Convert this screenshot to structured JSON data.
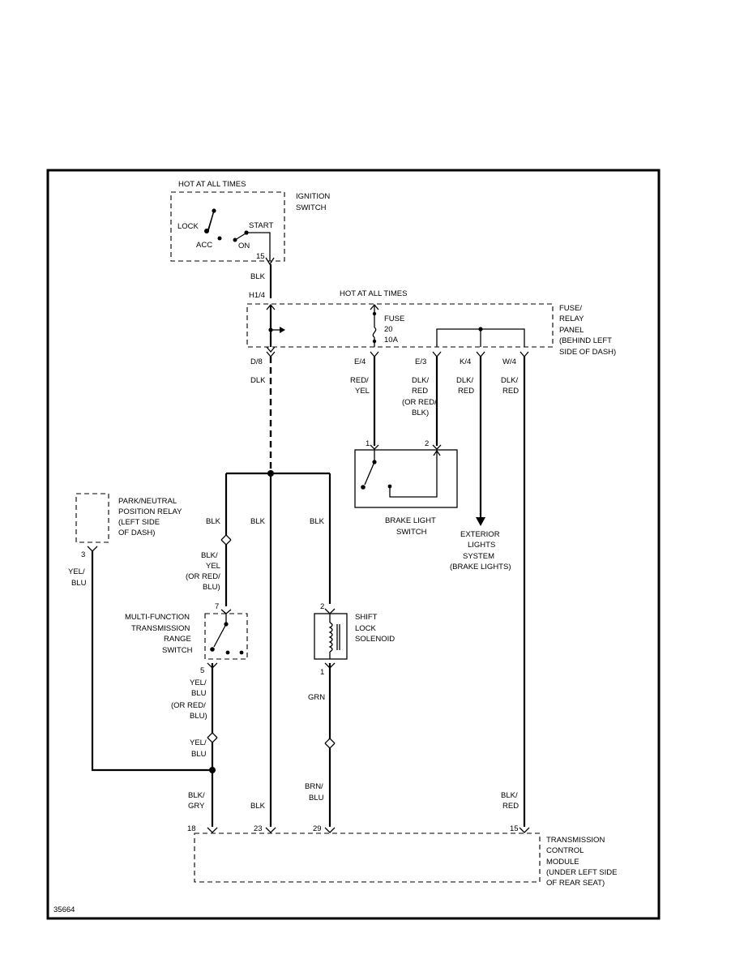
{
  "diagram_id": "35664",
  "ignition": {
    "hot_label": "HOT AT ALL TIMES",
    "name": [
      "IGNITION",
      "SWITCH"
    ],
    "lock": "LOCK",
    "acc": "ACC",
    "start": "START",
    "on": "ON",
    "pin": "15"
  },
  "wire_top": {
    "color": "BLK",
    "conn": "H1/4"
  },
  "fuse_panel": {
    "hot_label": "HOT AT ALL TIMES",
    "fuse": [
      "FUSE",
      "20",
      "10A"
    ],
    "name": [
      "FUSE/",
      "RELAY",
      "PANEL",
      "(BEHIND LEFT",
      "SIDE OF DASH)"
    ],
    "connectors": [
      "D/8",
      "E/4",
      "E/3",
      "K/4",
      "W/4"
    ]
  },
  "wires": {
    "d8": [
      "DLK"
    ],
    "e4": [
      "RED/",
      "YEL"
    ],
    "e3": [
      "DLK/",
      "RED",
      "(OR RED/",
      "BLK)"
    ],
    "k4": [
      "DLK/",
      "RED"
    ],
    "w4": [
      "DLK/",
      "RED"
    ],
    "blk_left": "BLK",
    "blk_mid": "BLK",
    "blk_right": "BLK",
    "mfs_in": [
      "BLK/",
      "YEL",
      "(OR RED/",
      "BLU)"
    ],
    "mfs_out": [
      "YEL/",
      "BLU",
      "(OR RED/",
      "BLU)"
    ],
    "mfs_out2": [
      "YEL/",
      "BLU"
    ],
    "relay_out": [
      "YEL/",
      "BLU"
    ],
    "solenoid_out": "GRN",
    "tcm_18": [
      "BLK/",
      "GRY"
    ],
    "tcm_23": "BLK",
    "tcm_29": [
      "BRN/",
      "BLU"
    ],
    "tcm_15": [
      "BLK/",
      "RED"
    ]
  },
  "brake_switch": {
    "name": [
      "BRAKE LIGHT",
      "SWITCH"
    ],
    "pin1": "1",
    "pin2": "2"
  },
  "exterior_lights": [
    "EXTERIOR",
    "LIGHTS",
    "SYSTEM",
    "(BRAKE LIGHTS)"
  ],
  "pn_relay": {
    "name": [
      "PARK/NEUTRAL",
      "POSITION RELAY",
      "(LEFT SIDE",
      "OF DASH)"
    ],
    "pin": "3"
  },
  "mfs": {
    "name": [
      "MULTI-FUNCTION",
      "TRANSMISSION",
      "RANGE",
      "SWITCH"
    ],
    "pin_in": "7",
    "pin_out": "5"
  },
  "solenoid": {
    "name": [
      "SHIFT",
      "LOCK",
      "SOLENOID"
    ],
    "pin_in": "2",
    "pin_out": "1"
  },
  "tcm": {
    "name": [
      "TRANSMISSION",
      "CONTROL",
      "MODULE",
      "(UNDER LEFT SIDE",
      "OF REAR SEAT)"
    ],
    "pins": [
      "18",
      "23",
      "29",
      "15"
    ]
  }
}
